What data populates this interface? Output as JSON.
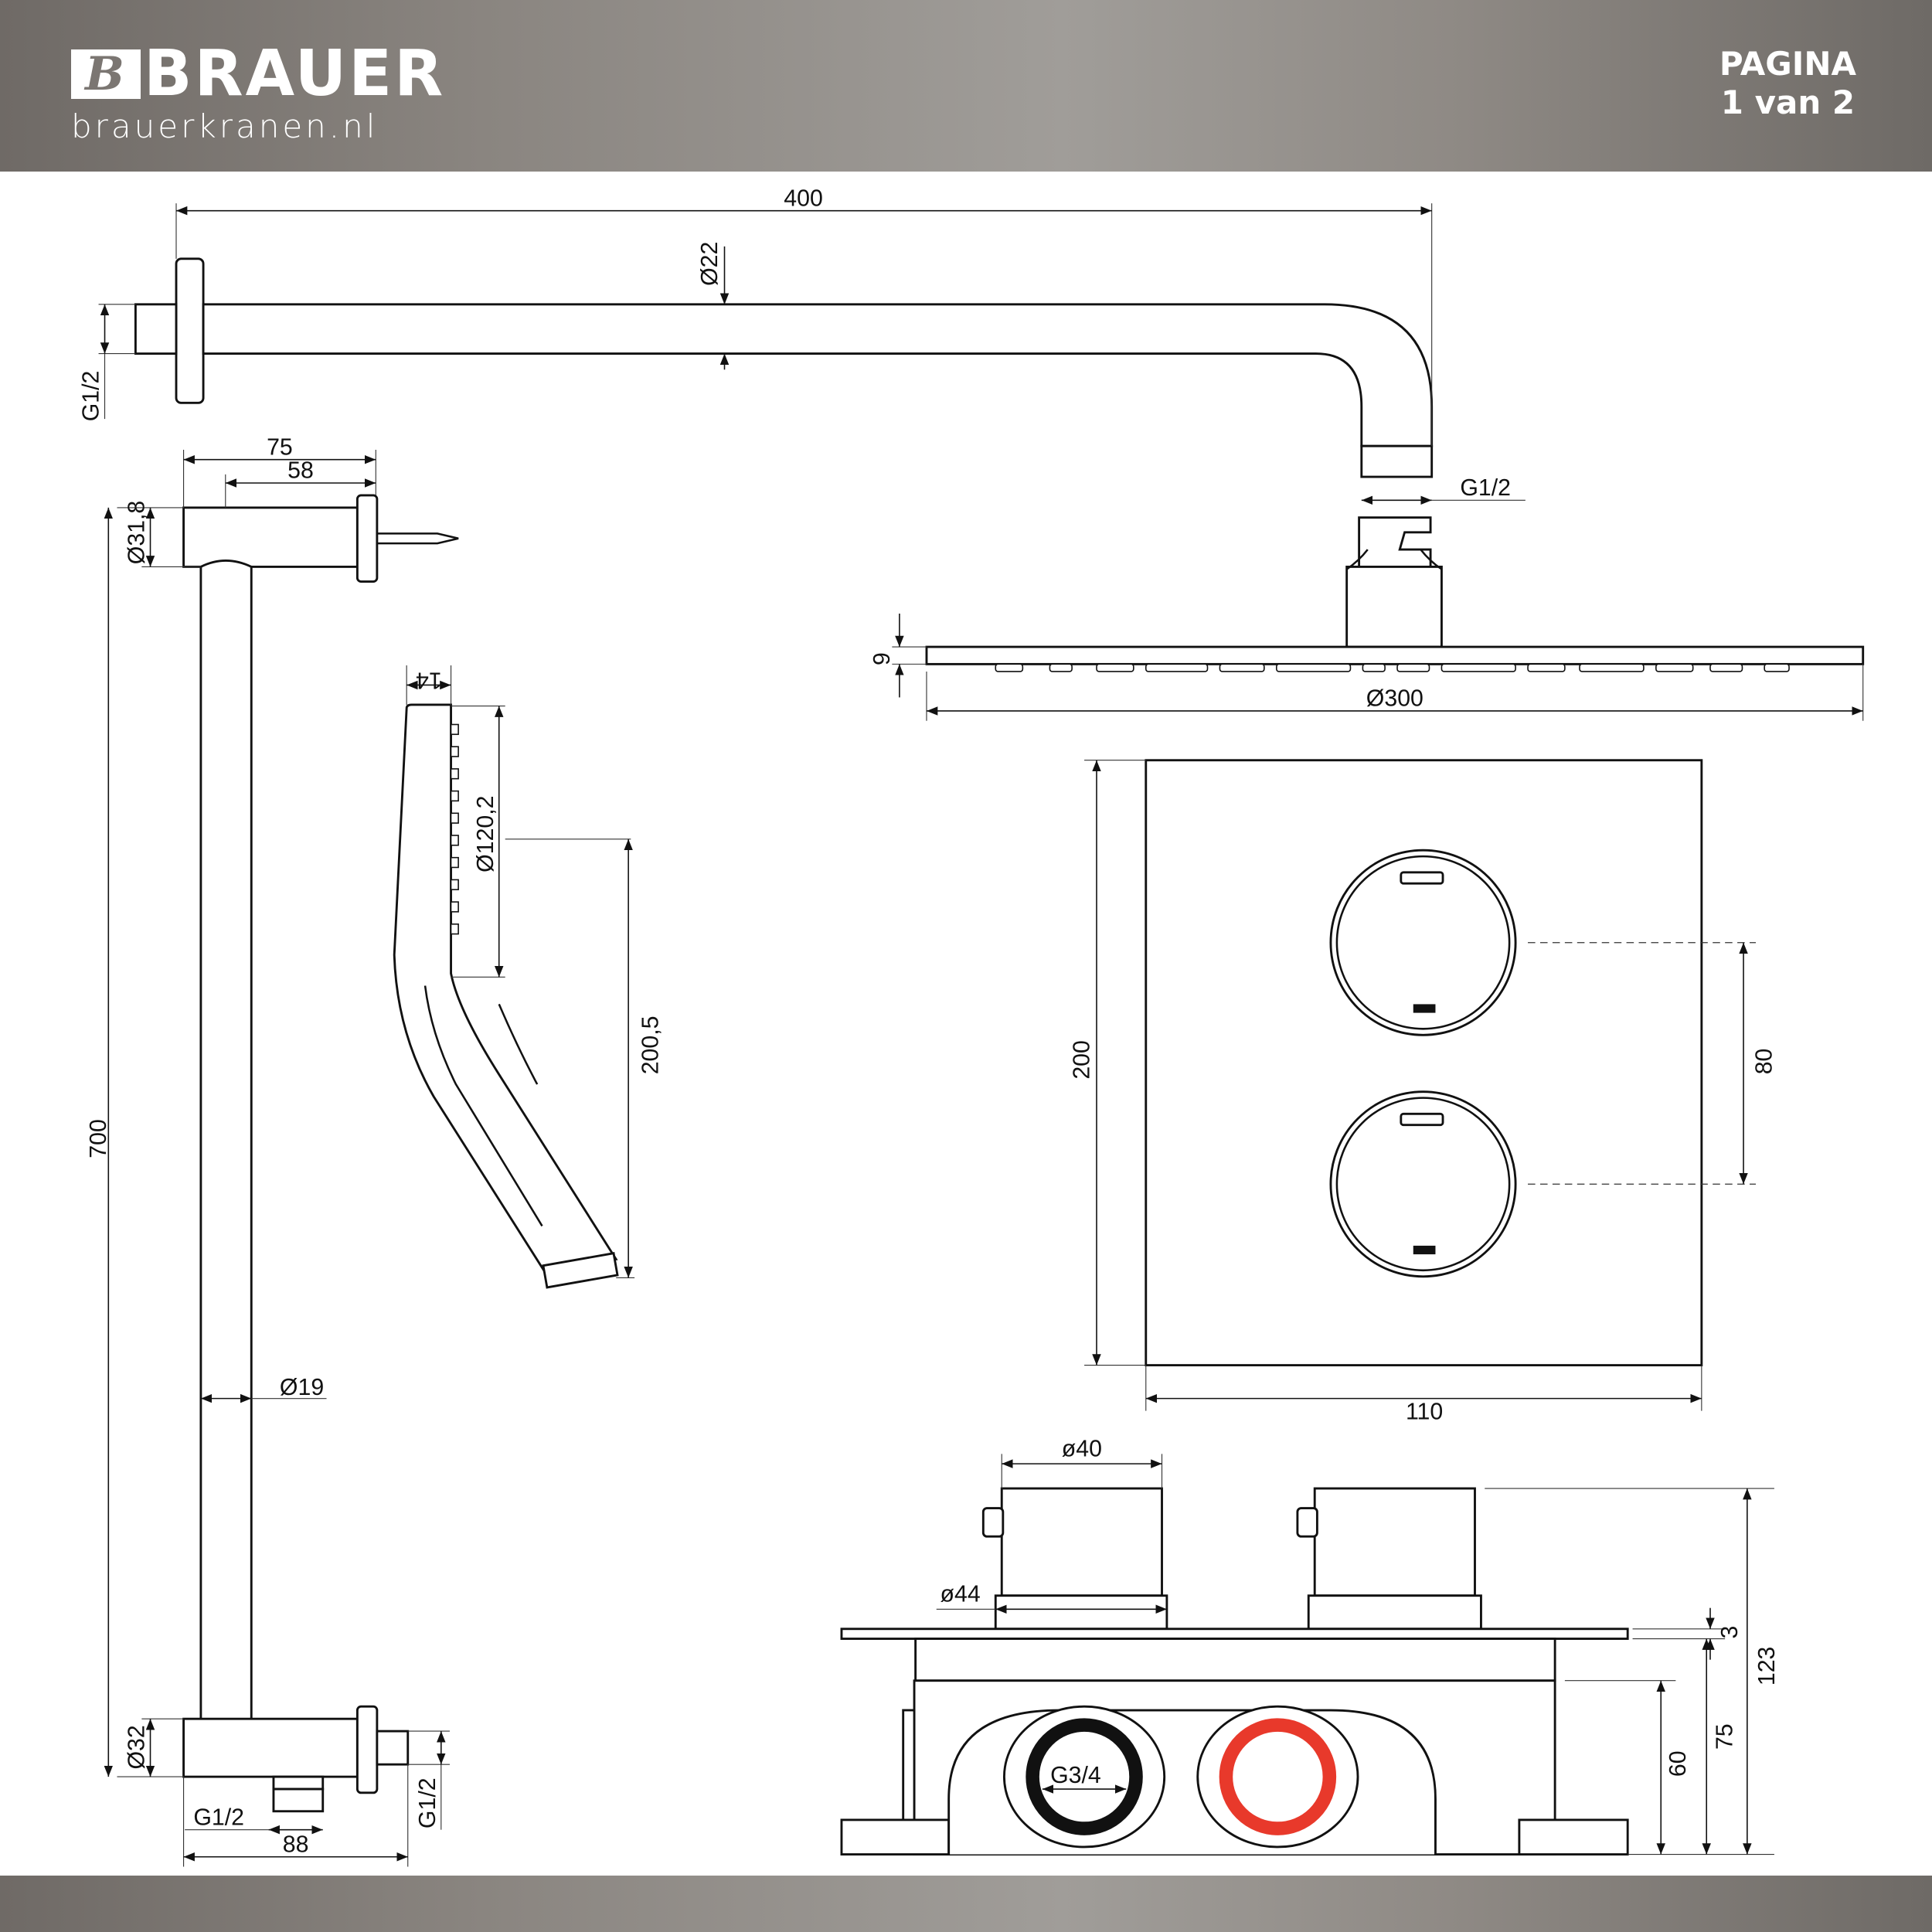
{
  "header": {
    "brand": "BRAUER",
    "brand_initial": "B",
    "website": "brauerkranen.nl",
    "page_label": "PAGINA",
    "page_count": "1 van 2"
  },
  "dimensions": {
    "arm_length": "400",
    "arm_diameter": "Ø22",
    "arm_wall_thread": "G1/2",
    "arm_head_thread": "G1/2",
    "head_thickness": "9",
    "head_diameter": "Ø300",
    "bar_depth_total": "75",
    "bar_depth_inner": "58",
    "bar_top_diameter": "Ø31,8",
    "bar_length": "700",
    "bar_rod_diameter": "Ø19",
    "bar_bottom_diameter": "Ø32",
    "bar_outlet_thread": "G1/2",
    "bar_bottom_width": "88",
    "bar_side_thread": "G1/2",
    "hand_thickness": "14",
    "hand_head_diameter": "Ø120,2",
    "hand_length": "200,5",
    "plate_height": "200",
    "knob_spacing": "80",
    "plate_width": "110",
    "knob_diameter": "ø40",
    "knob_base_diameter": "ø44",
    "inlet_thread": "G3/4",
    "plate_thickness": "3",
    "total_depth": "123",
    "body_depth": "75",
    "box_depth": "60"
  },
  "colors": {
    "hot_inlet": "#e8392b",
    "cold_inlet": "#111111"
  }
}
